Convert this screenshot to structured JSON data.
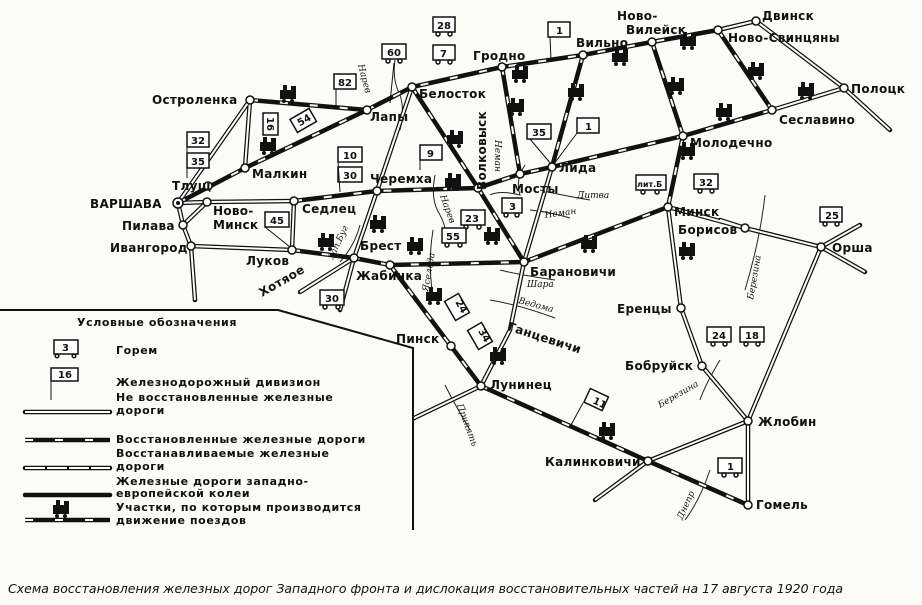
{
  "caption": "Схема восстановления железных дорог Западного фронта и дислокация восстановительных частей на 17 августа 1920 года",
  "cities": {
    "warsaw": "ВАРШАВА",
    "tlusch": "Тлущ",
    "ostrolenka": "Остроленка",
    "malkin": "Малкин",
    "lapy": "Лапы",
    "belostok": "Белосток",
    "grodno": "Гродно",
    "vilno": "Вильно",
    "novo_vileysk_1": "Ново-",
    "novo_vileysk_2": "Вилейск",
    "dvinsk": "Двинск",
    "novo_svintsyany": "Ново-Свинцяны",
    "polotsk": "Полоцк",
    "seslavino": "Сеславино",
    "molodechno": "Молодечно",
    "lida": "Лида",
    "mosty": "Мосты",
    "volkovysk": "Волковыск",
    "cheremkha": "Черемха",
    "sedlets": "Седлец",
    "novo_minsk_1": "Ново-",
    "novo_minsk_2": "Минск",
    "pilava": "Пилава",
    "ivangorod": "Ивангород",
    "lukov": "Луков",
    "brest": "Брест",
    "zhabinka": "Жабинка",
    "hotyaoe": "Хотяое",
    "baranovichi": "Барановичи",
    "minsk": "Минск",
    "borisov": "Борисов",
    "orsha": "Орша",
    "erentsy": "Еренцы",
    "bobruysk": "Бобруйск",
    "zhlobin": "Жлобин",
    "gomel": "Гомель",
    "kalinkovichi": "Калинковичи",
    "luninets": "Лунинец",
    "pinsk": "Пинск",
    "gantsevichi": "Ганцевичи"
  },
  "rivers": {
    "narev1": "Нарев",
    "narev2": "Нарев",
    "neman1": "Неман",
    "neman2": "Неман",
    "ditva": "Дитва",
    "shara": "Шара",
    "vedoma": "Ведома",
    "zapbug": "Зап.Буг",
    "yaselda": "Ясельда",
    "pripyat": "Припять",
    "berezina1": "Березина",
    "berezina2": "Березина",
    "dnepr": "Днепр"
  },
  "units": {
    "train_28": "28",
    "train_60": "60",
    "train_7": "7",
    "train_23": "23",
    "train_3": "3",
    "train_55": "55",
    "train_30b": "30",
    "train_litb": "лит.Б",
    "train_32b": "32",
    "train_25": "25",
    "train_24b": "24",
    "train_18": "18",
    "train_1b": "1",
    "flag_1a": "1",
    "flag_82": "82",
    "flag_54": "54",
    "flag_16": "16",
    "flag_32": "32",
    "flag_35": "35",
    "flag_10": "10",
    "flag_30": "30",
    "flag_9": "9",
    "flag_35b": "35",
    "flag_1c": "1",
    "flag_45": "45",
    "flag_24": "24",
    "flag_34": "34",
    "flag_11": "11"
  },
  "legend": {
    "title": "Условные обозначения",
    "train_num": "3",
    "train_label": "Горем",
    "flag_num": "16",
    "flag_label": "Железнодорожный дивизион",
    "unrestored_1": "Не восстановленные железные",
    "unrestored_2": "дороги",
    "restored": "Восстановленные  железные дороги",
    "restoring_1": "Восстанавливаемые  железные",
    "restoring_2": "дороги",
    "western_1": "Железные  дороги  западно-",
    "western_2": "европейской колеи",
    "traffic_1": "Участки, по которым производится",
    "traffic_2": "движение  поездов"
  }
}
